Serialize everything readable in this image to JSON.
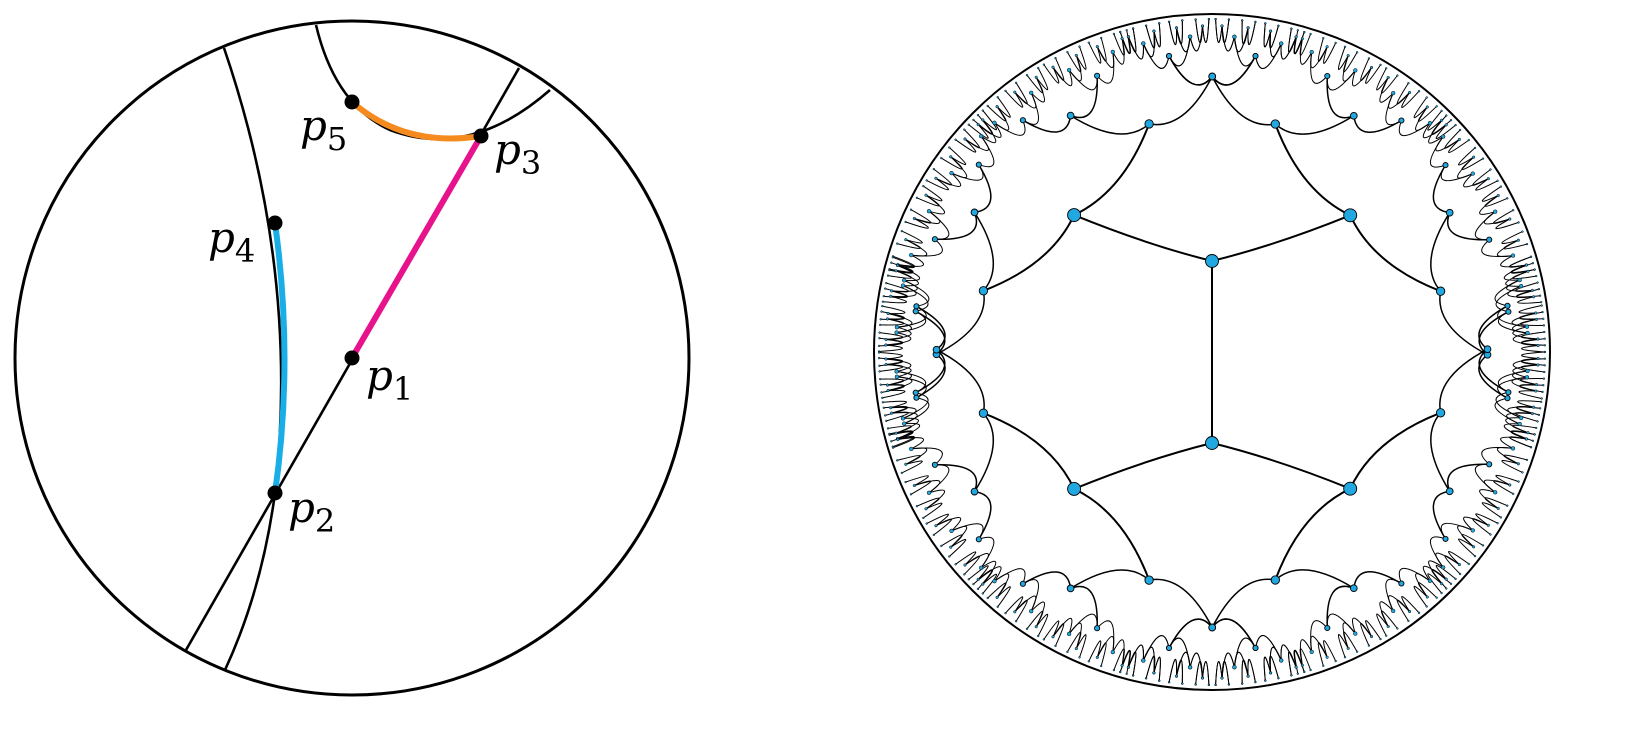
{
  "colors": {
    "stroke": "#000000",
    "segment_p2_p4": "#1aaee8",
    "segment_p1_p3": "#e6138c",
    "segment_p3_p5": "#f58b1f",
    "tree_vertex_fill": "#22a8e0"
  },
  "left_panel": {
    "points": [
      {
        "id": "p1",
        "base": "p",
        "sub": "1"
      },
      {
        "id": "p2",
        "base": "p",
        "sub": "2"
      },
      {
        "id": "p3",
        "base": "p",
        "sub": "3"
      },
      {
        "id": "p4",
        "base": "p",
        "sub": "4"
      },
      {
        "id": "p5",
        "base": "p",
        "sub": "5"
      }
    ]
  },
  "right_panel": {
    "tree_valence": 3,
    "recursion_depth": 7
  }
}
